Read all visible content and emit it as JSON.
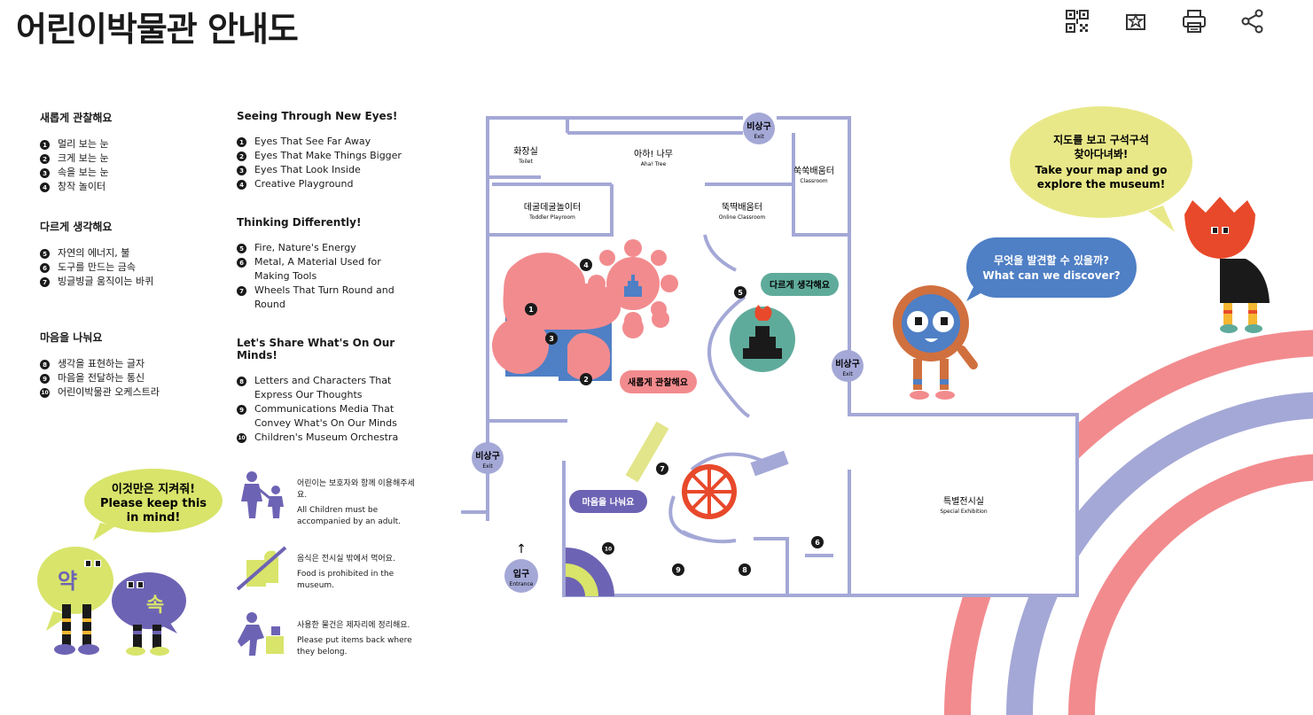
{
  "page": {
    "title": "어린이박물관 안내도"
  },
  "toolbar": [
    {
      "name": "qr-code-icon"
    },
    {
      "name": "bookmark-star-icon"
    },
    {
      "name": "print-icon"
    },
    {
      "name": "share-icon"
    }
  ],
  "legend_ko": [
    {
      "title": "새롭게 관찰해요",
      "items": [
        {
          "n": "1",
          "t": "멀리 보는 눈"
        },
        {
          "n": "2",
          "t": "크게 보는 눈"
        },
        {
          "n": "3",
          "t": "속을 보는 눈"
        },
        {
          "n": "4",
          "t": "창작 놀이터"
        }
      ]
    },
    {
      "title": "다르게 생각해요",
      "items": [
        {
          "n": "5",
          "t": "자연의 에너지, 불"
        },
        {
          "n": "6",
          "t": "도구를 만드는 금속"
        },
        {
          "n": "7",
          "t": "빙글빙글 움직이는 바퀴"
        }
      ]
    },
    {
      "title": "마음을 나눠요",
      "items": [
        {
          "n": "8",
          "t": "생각을 표현하는 글자"
        },
        {
          "n": "9",
          "t": "마음을 전달하는 통신"
        },
        {
          "n": "10",
          "t": "어린이박물관 오케스트라"
        }
      ]
    }
  ],
  "legend_en": [
    {
      "title": "Seeing Through New Eyes!",
      "items": [
        {
          "n": "1",
          "t": "Eyes That See Far Away"
        },
        {
          "n": "2",
          "t": "Eyes That Make Things Bigger"
        },
        {
          "n": "3",
          "t": "Eyes That Look Inside"
        },
        {
          "n": "4",
          "t": "Creative Playground"
        }
      ]
    },
    {
      "title": "Thinking Differently!",
      "items": [
        {
          "n": "5",
          "t": "Fire, Nature's Energy"
        },
        {
          "n": "6",
          "t": "Metal, A Material Used for Making Tools"
        },
        {
          "n": "7",
          "t": "Wheels That Turn Round and Round"
        }
      ]
    },
    {
      "title": "Let's Share What's On Our Minds!",
      "items": [
        {
          "n": "8",
          "t": "Letters and Characters That Express Our Thoughts"
        },
        {
          "n": "9",
          "t": "Communications Media That Convey What's On Our Minds"
        },
        {
          "n": "10",
          "t": "Children's Museum Orchestra"
        }
      ]
    }
  ],
  "notice": {
    "bubble": [
      "이것만은 지켜줘!",
      "Please keep this",
      "in mind!"
    ],
    "char1": "약",
    "char2": "속"
  },
  "rules": [
    {
      "ko": "어린이는 보호자와 함께 이용해주세요.",
      "en": "All Children must be accompanied by an adult."
    },
    {
      "ko": "음식은 전시실 밖에서 먹어요.",
      "en": "Food is prohibited in the museum."
    },
    {
      "ko": "사용한 물건은 제자리에 정리해요.",
      "en": "Please put items back where they belong."
    }
  ],
  "rooms": {
    "toilet": {
      "ko": "화장실",
      "en": "Toilet"
    },
    "aha_tree": {
      "ko": "아하! 나무",
      "en": "Aha! Tree"
    },
    "classroom": {
      "ko": "쑥쑥배움터",
      "en": "Classroom"
    },
    "toddler": {
      "ko": "데굴데굴놀이터",
      "en": "Toddler Playroom"
    },
    "online": {
      "ko": "뚝딱배움터",
      "en": "Online Classroom"
    },
    "special": {
      "ko": "특별전시실",
      "en": "Special Exhibition"
    }
  },
  "exits": [
    {
      "ko": "비상구",
      "en": "Exit"
    },
    {
      "ko": "비상구",
      "en": "Exit"
    },
    {
      "ko": "비상구",
      "en": "Exit"
    }
  ],
  "entrance": {
    "ko": "입구",
    "en": "Entrance",
    "arrow": "↑"
  },
  "zones": {
    "observe": "새롭게 관찰해요",
    "think": "다르게 생각해요",
    "share": "마음을 나눠요"
  },
  "markers": [
    "1",
    "2",
    "3",
    "4",
    "5",
    "6",
    "7",
    "8",
    "9",
    "10"
  ],
  "bubbles": {
    "map_tip": [
      "지도를 보고 구석구석",
      "찾아다녀봐!",
      "Take your map and go",
      "explore the museum!"
    ],
    "discover": [
      "무엇을 발견할 수 있을까?",
      "What can we discover?"
    ]
  },
  "colors": {
    "wall": "#a4a8d6",
    "pink": "#f28b8e",
    "blue": "#4f7fc5",
    "teal": "#5fab9b",
    "purple": "#6d63b4",
    "yellow_green": "#d8e46a",
    "red": "#e8492b",
    "bubble_yellow": "#e9e889",
    "bubble_blue": "#4f7fc5"
  }
}
